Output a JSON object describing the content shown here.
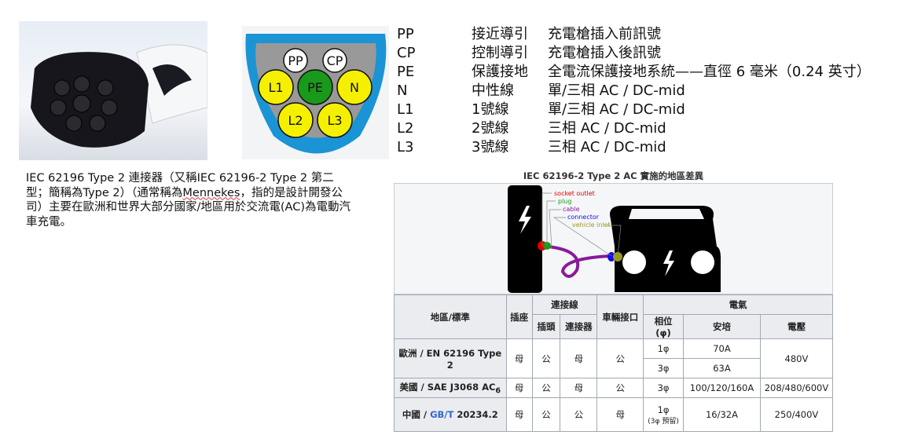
{
  "pin_diagram": {
    "pins": [
      "PP",
      "CP",
      "L1",
      "PE",
      "N",
      "L2",
      "L3"
    ]
  },
  "pin_list": [
    {
      "code": "PP",
      "name": "接近導引",
      "desc": "充電槍插入前訊號"
    },
    {
      "code": "CP",
      "name": "控制導引",
      "desc": "充電槍插入後訊號"
    },
    {
      "code": "PE",
      "name": "保護接地",
      "desc": "全電流保護接地系統——直徑 6 毫米（0.24 英寸）"
    },
    {
      "code": "N",
      "name": "中性線",
      "desc": "單/三相 AC / DC-mid"
    },
    {
      "code": "L1",
      "name": "1號線",
      "desc": "單/三相 AC / DC-mid"
    },
    {
      "code": "L2",
      "name": "2號線",
      "desc": "三相 AC / DC-mid"
    },
    {
      "code": "L3",
      "name": "3號線",
      "desc": "三相 AC / DC-mid"
    }
  ],
  "description": {
    "part1": "IEC 62196 Type 2 連接器（又稱IEC 62196-2 Type 2 第二型；簡稱為Type 2）（通常稱為",
    "brand": "Mennekes",
    "part2": "，指的是設計開發公司）主要在歐洲和世界大部分國家/地區用於交流電(AC)為電動汽車充電。"
  },
  "diagram": {
    "title": "IEC 62196-2 Type 2 AC 實施的地區差異",
    "labels": {
      "socket": "socket outlet",
      "plug": "plug",
      "cable": "cable",
      "connector": "connector",
      "inlet": "vehicle inlet"
    },
    "colors": {
      "socket": "#e00000",
      "plug": "#1a9a1a",
      "cable": "#8a1a9a",
      "connector": "#1010e0",
      "inlet": "#9a9a20"
    }
  },
  "table": {
    "headers": {
      "region": "地區/標準",
      "socket": "插座",
      "cable": "連接線",
      "plug": "插頭",
      "connector": "連接器",
      "inlet": "車輛接口",
      "electric": "電氣",
      "phase": "相位 (φ)",
      "amps": "安培",
      "volts": "電壓"
    },
    "eu": {
      "region": "歐洲 / EN 62196 Type 2",
      "socket": "母",
      "plug": "公",
      "connector": "母",
      "inlet": "公",
      "phase1": "1φ",
      "amps1": "70A",
      "phase3": "3φ",
      "amps3": "63A",
      "volts": "480V"
    },
    "us": {
      "region": "美國 / SAE J3068 AC",
      "sub": "6",
      "socket": "母",
      "plug": "公",
      "connector": "母",
      "inlet": "公",
      "phase": "3φ",
      "amps": "100/120/160A",
      "volts": "208/480/600V"
    },
    "cn": {
      "region_pre": "中國 / ",
      "link": "GB/T",
      "region_post": " 20234.2",
      "socket": "母",
      "plug": "公",
      "connector": "公",
      "inlet": "母",
      "phase": "1φ",
      "phase_note": "(3φ 預留)",
      "amps": "16/32A",
      "volts": "250/400V"
    }
  }
}
